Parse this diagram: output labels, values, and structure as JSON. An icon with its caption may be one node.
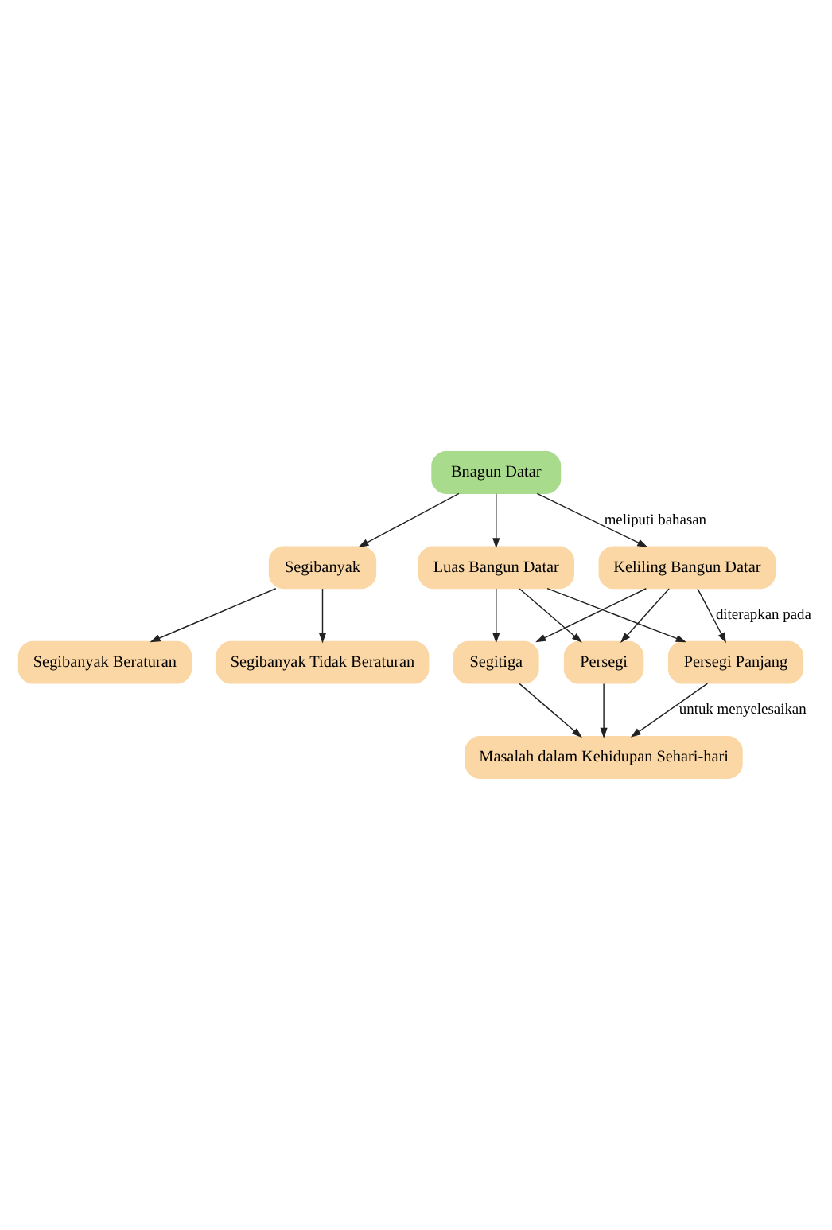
{
  "diagram": {
    "nodes": [
      {
        "text": [
          "Bnagun Datar"
        ]
      },
      {
        "text": [
          "Segibanyak"
        ]
      },
      {
        "text": [
          "Segibanyak Beraturan"
        ]
      },
      {
        "text": [
          "Segibanyak Tidak Beraturan"
        ]
      },
      {
        "text": [
          "Keliling Bangun Datar"
        ]
      },
      {
        "text": [
          "Luas Bangun Datar"
        ]
      },
      {
        "text": [
          "Persegi"
        ]
      },
      {
        "text": [
          "Persegi Panjang"
        ]
      },
      {
        "text": [
          "Segitiga"
        ]
      },
      {
        "text": [
          "Masalah dalam Kehidupan Sehari-hari"
        ]
      }
    ],
    "edges": [
      {
        "from": 0,
        "to": 1,
        "arrow": "to"
      },
      {
        "from": 0,
        "to": 4,
        "arrow": "to",
        "label": "meliputi bahasan"
      },
      {
        "from": 0,
        "to": 5,
        "arrow": "to"
      },
      {
        "from": 1,
        "to": 2,
        "arrow": "to"
      },
      {
        "from": 1,
        "to": 3,
        "arrow": "to"
      },
      {
        "from": 4,
        "to": 6,
        "arrow": "to"
      },
      {
        "from": 4,
        "to": 7,
        "arrow": "to",
        "label": "diterapkan pada"
      },
      {
        "from": 4,
        "to": 8,
        "arrow": "to"
      },
      {
        "from": 5,
        "to": 6,
        "arrow": "to"
      },
      {
        "from": 5,
        "to": 7,
        "arrow": "to"
      },
      {
        "from": 5,
        "to": 8,
        "arrow": "to"
      },
      {
        "from": 6,
        "to": 9,
        "arrow": "to"
      },
      {
        "from": 7,
        "to": 9,
        "arrow": "to",
        "label": "untuk menyelesaikan"
      },
      {
        "from": 8,
        "to": 9,
        "arrow": "to"
      }
    ]
  }
}
